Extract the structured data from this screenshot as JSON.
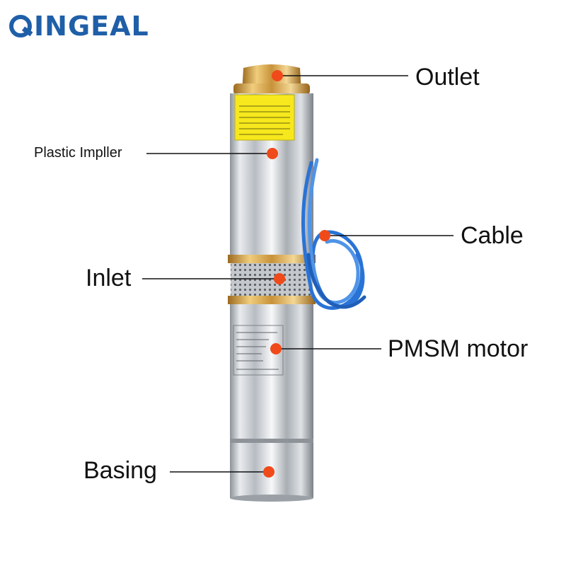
{
  "brand": {
    "logo_text": "INGEAL",
    "logo_icon": "q-letter-logo-icon",
    "color": "#1f5fa8"
  },
  "labels": {
    "outlet": "Outlet",
    "plastic_impeller": "Plastic Impller",
    "cable": "Cable",
    "inlet": "Inlet",
    "pmsm_motor": "PMSM motor",
    "basing": "Basing"
  },
  "colors": {
    "marker": "#f04a1a",
    "leader": "#111111",
    "brass": "#d9a84a",
    "cable": "#2a73d6",
    "steel": "#c9cdd2"
  },
  "icons": {
    "callout_marker": "dot-marker-icon"
  }
}
